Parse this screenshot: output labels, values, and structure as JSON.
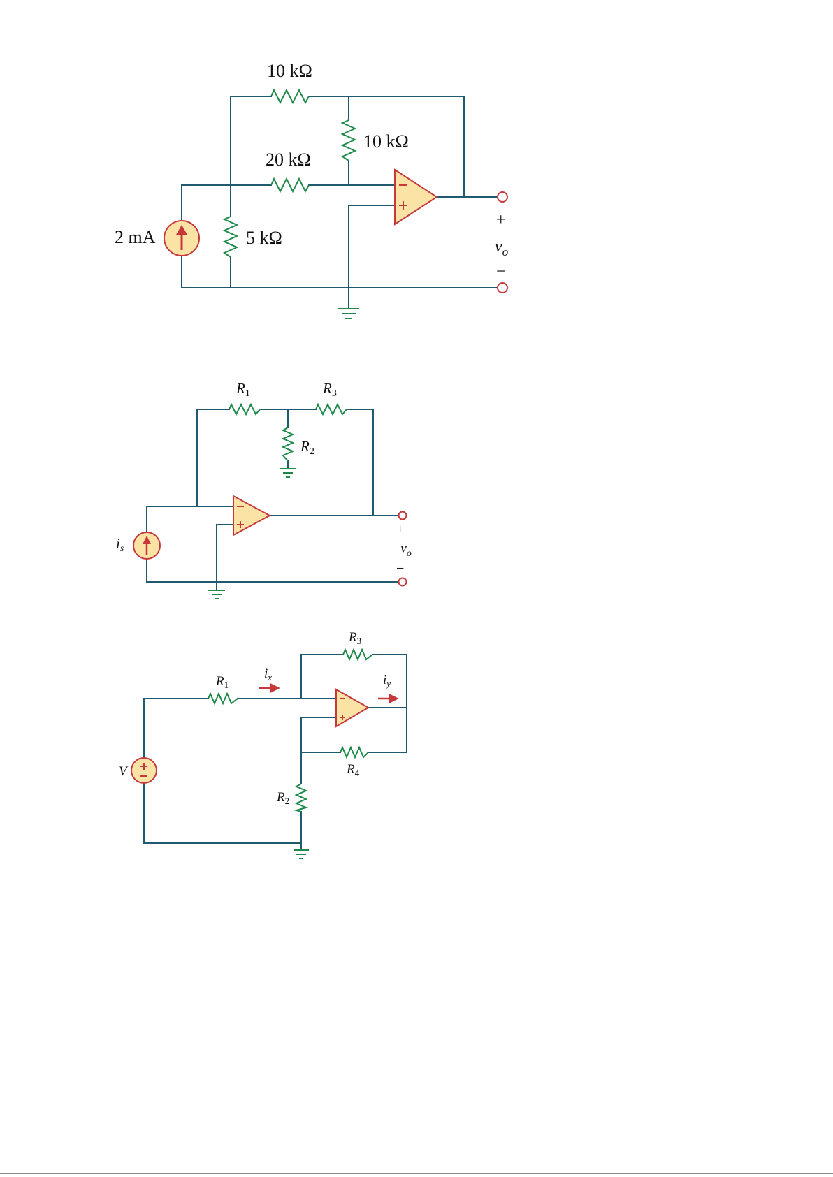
{
  "circuit1": {
    "r_top": "10 kΩ",
    "r_vertical": "10 kΩ",
    "r_middle": "20 kΩ",
    "r_shunt": "5 kΩ",
    "source": "2 mA",
    "out_plus": "+",
    "out_minus": "−",
    "vo_main": "v",
    "vo_sub": "o"
  },
  "circuit2": {
    "r1": "R",
    "r1_sub": "1",
    "r2": "R",
    "r2_sub": "2",
    "r3": "R",
    "r3_sub": "3",
    "source": "i",
    "source_sub": "s",
    "out_plus": "+",
    "out_minus": "−",
    "vo_main": "v",
    "vo_sub": "o"
  },
  "circuit3": {
    "r1": "R",
    "r1_sub": "1",
    "r2": "R",
    "r2_sub": "2",
    "r3": "R",
    "r3_sub": "3",
    "r4": "R",
    "r4_sub": "4",
    "ix": "i",
    "ix_sub": "x",
    "iy": "i",
    "iy_sub": "y",
    "source": "V"
  },
  "colors": {
    "wire": "#1f5a6e",
    "resistor": "#1d8a4a",
    "component_fill": "#fbe3a6",
    "component_stroke": "#c7383b"
  }
}
